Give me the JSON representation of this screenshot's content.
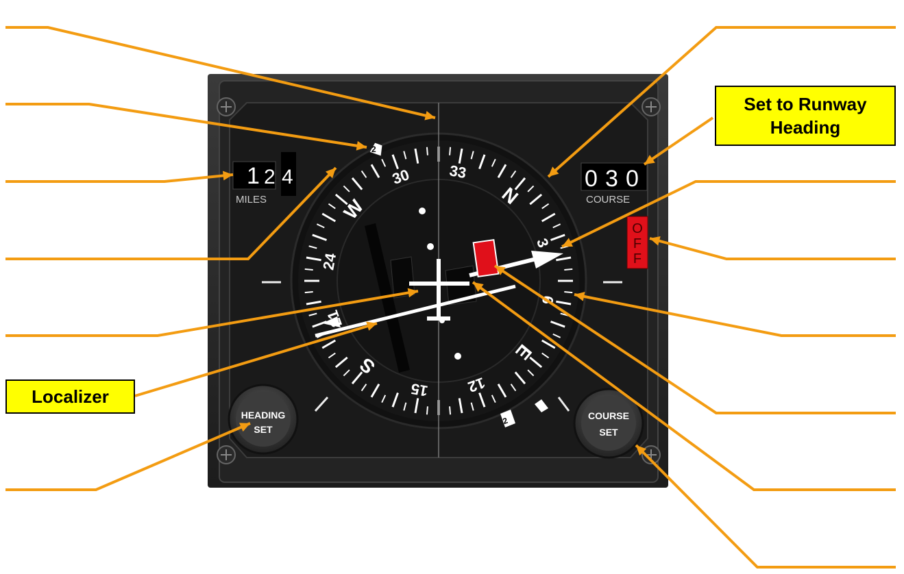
{
  "callouts": {
    "runway": "Set to Runway Heading",
    "localizer": "Localizer"
  },
  "instrument": {
    "miles_label": "MILES",
    "miles_digits": [
      "1",
      "2",
      "4"
    ],
    "course_label": "COURSE",
    "course_digits": [
      "0",
      "3",
      "0"
    ],
    "off_flag": "OFF",
    "heading_knob_label": "HEADING SET",
    "course_knob_label": "COURSE SET",
    "card_labels": [
      "N",
      "3",
      "6",
      "E",
      "12",
      "15",
      "S",
      "21",
      "24",
      "W",
      "30",
      "33"
    ],
    "course_deviation_scale_marks": [
      "2",
      "2"
    ]
  },
  "colors": {
    "callout_fill": "#ffff00",
    "leader_line": "#f39c12",
    "off_flag": "#e0101a",
    "instrument_body": "#1e1e1e"
  }
}
